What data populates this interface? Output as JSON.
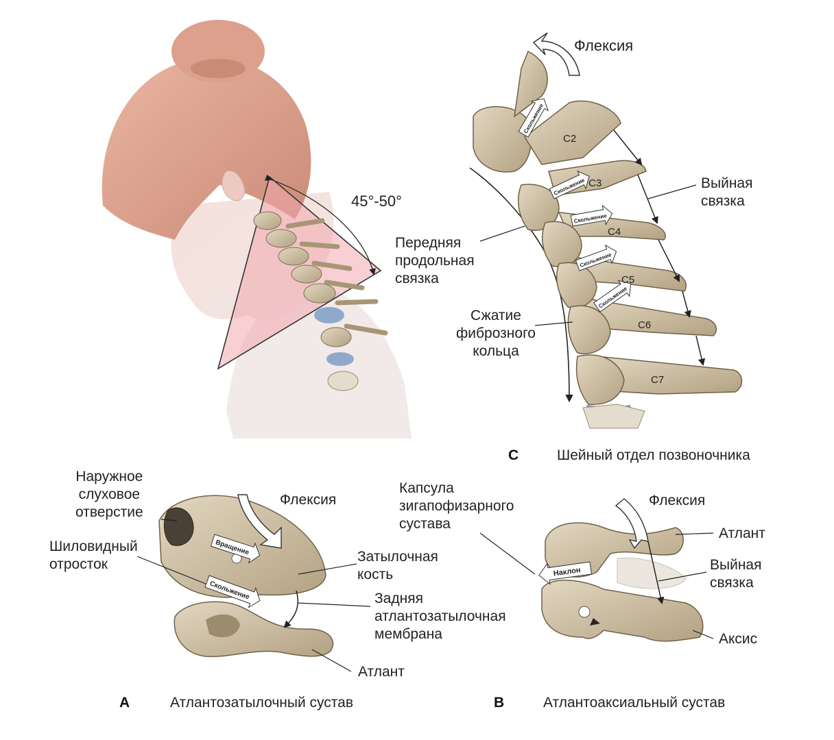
{
  "panel_c": {
    "angle": "45°-50°",
    "flexion": "Флексия",
    "anterior_ligament": [
      "Передняя",
      "продольная",
      "связка"
    ],
    "nuchal_ligament": [
      "Выйная",
      "связка"
    ],
    "annulus": [
      "Сжатие",
      "фиброзного",
      "кольца"
    ],
    "vertebrae": [
      "C2",
      "C3",
      "C4",
      "C5",
      "C6",
      "C7"
    ],
    "glide": "Скольжение",
    "letter": "C",
    "caption": "Шейный отдел позвоночника"
  },
  "panel_a": {
    "ear_canal": [
      "Наружное",
      "слуховое",
      "отверстие"
    ],
    "styloid": [
      "Шиловидный",
      "отросток"
    ],
    "flexion": "Флексия",
    "rotation": "Вращение",
    "glide": "Скольжение",
    "occipital": [
      "Затылочная",
      "кость"
    ],
    "membrane": [
      "Задняя",
      "атлантозатылочная",
      "мембрана"
    ],
    "atlas": "Атлант",
    "letter": "A",
    "caption": "Атлантозатылочный сустав"
  },
  "panel_b": {
    "capsule": [
      "Капсула",
      "зигапофизарного",
      "сустава"
    ],
    "flexion": "Флексия",
    "atlas": "Атлант",
    "nuchal": [
      "Выйная",
      "связка"
    ],
    "tilt": "Наклон",
    "axis": "Аксис",
    "letter": "B",
    "caption": "Атлантоаксиальный сустав"
  },
  "colors": {
    "bone": "#cdbfa3",
    "bone_dark": "#8f7f63",
    "disc": "#7f9cc4",
    "skin": "#f3d9d4",
    "hair": "#e2a994",
    "wedge": "#f2a8ae"
  }
}
